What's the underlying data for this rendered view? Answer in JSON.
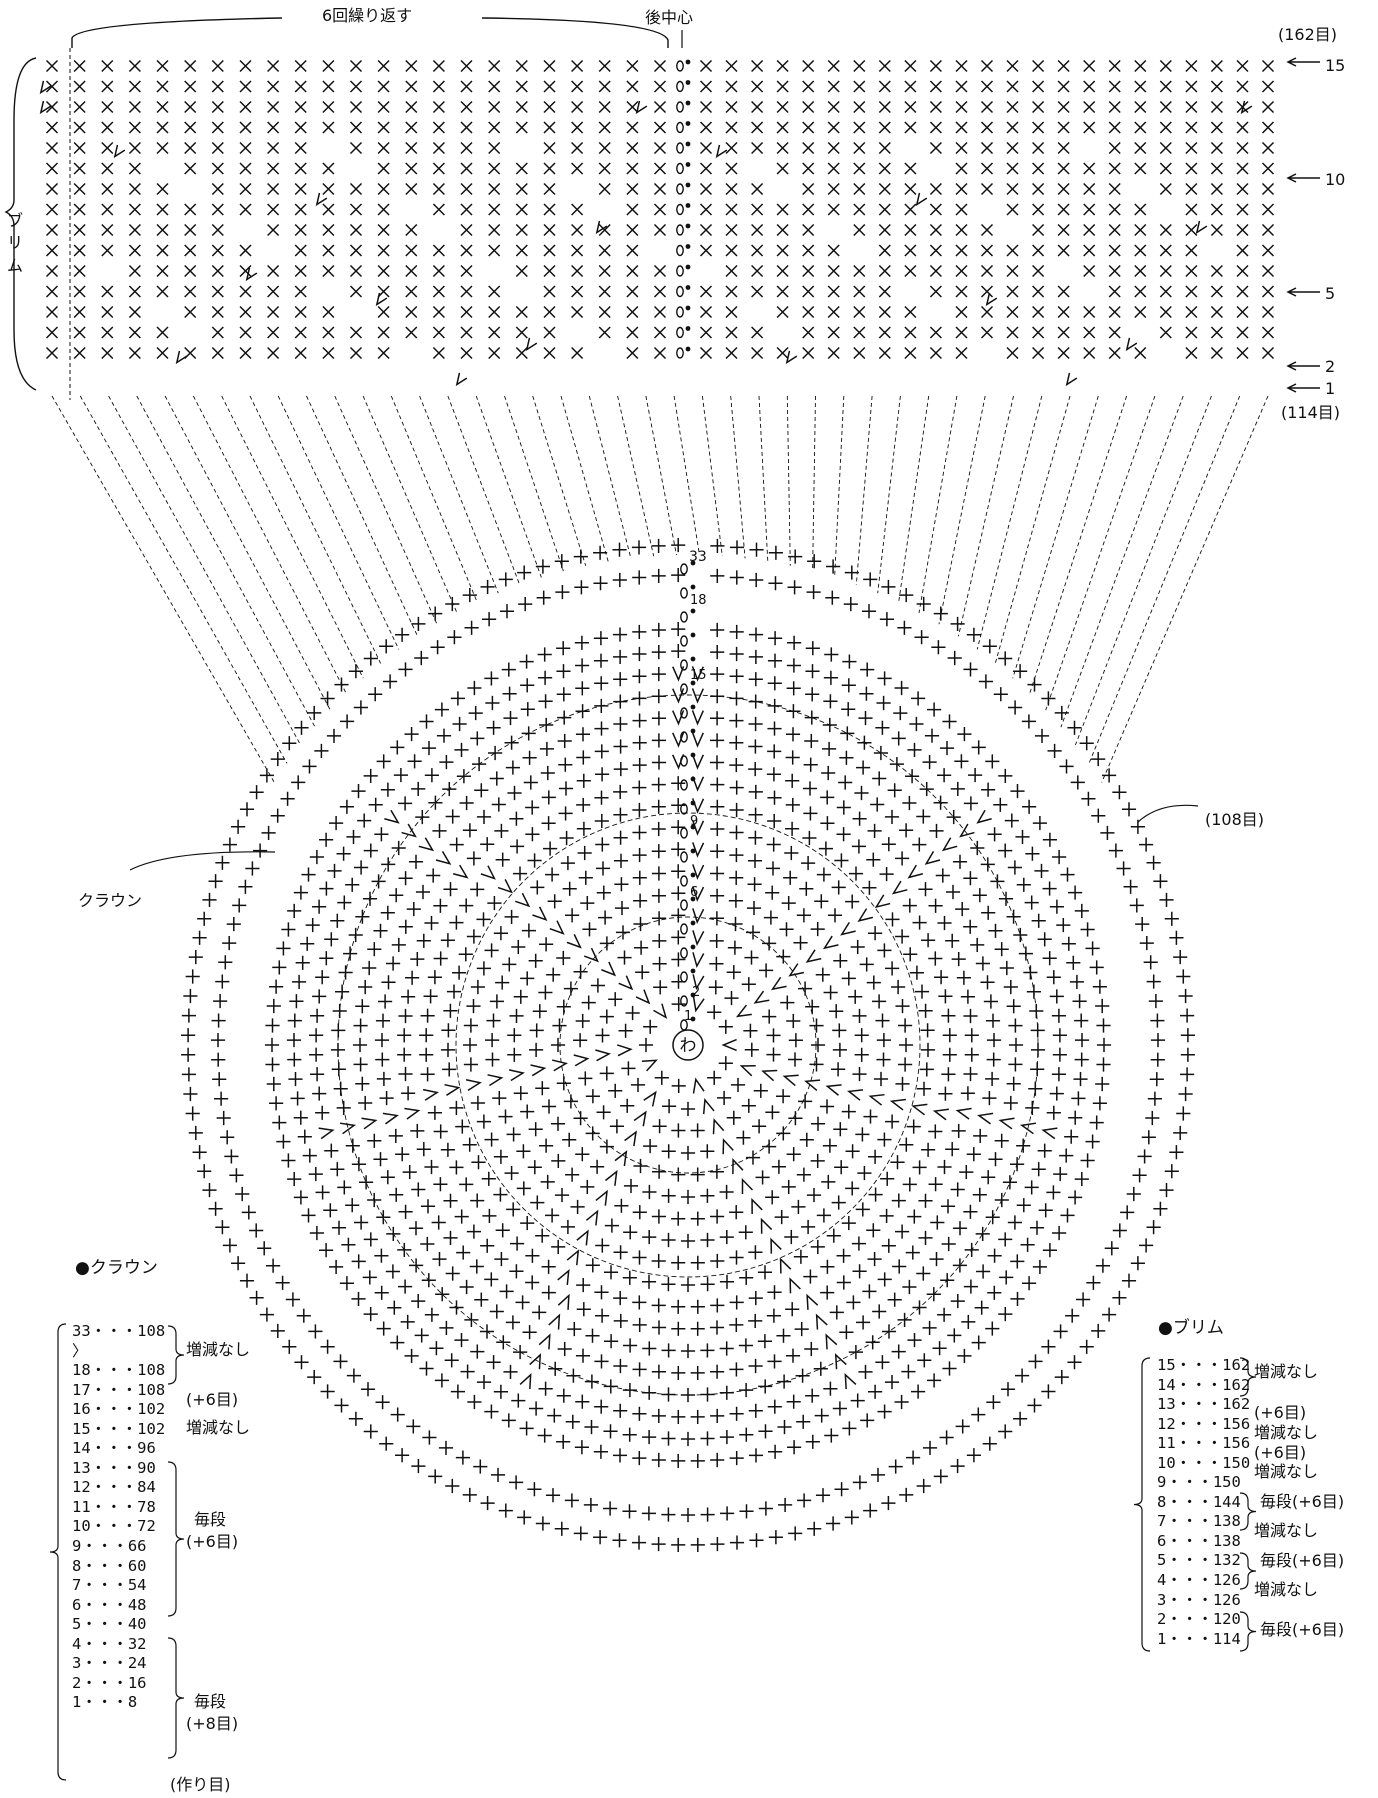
{
  "header": {
    "repeat_label": "6回繰り返す",
    "back_center_label": "後中心",
    "brim_top_count": "(162目)",
    "brim_bottom_count": "(114目)",
    "crown_count": "(108目)",
    "brim_side_label": "ブリム",
    "crown_label": "クラウン",
    "center_ring": "わ"
  },
  "row_markers": [
    "15",
    "10",
    "5",
    "2",
    "1"
  ],
  "center_row_numbers": [
    "1",
    "2",
    "6",
    "9",
    "15",
    "18",
    "33"
  ],
  "brim_row_counts": {
    "stitches_per_row": [
      114,
      120,
      126,
      126,
      132,
      138,
      138,
      144,
      150,
      150,
      156,
      156,
      162,
      162,
      162
    ]
  },
  "crown_legend": {
    "title": "●クラウン",
    "rows": [
      "33・・・108",
      "〉",
      "18・・・108",
      "17・・・108",
      "16・・・102",
      "15・・・102",
      "14・・・96",
      "13・・・90",
      "12・・・84",
      "11・・・78",
      "10・・・72",
      "9・・・66",
      "8・・・60",
      "7・・・54",
      "6・・・48",
      "5・・・40",
      "4・・・32",
      "3・・・24",
      "2・・・16",
      "1・・・8"
    ],
    "notes": {
      "no_change_1": "増減なし",
      "plus6_single": "(+6目)",
      "no_change_2": "増減なし",
      "every_row_a": "毎段",
      "plus6_group": "(+6目)",
      "every_row_b": "毎段",
      "plus8_group": "(+8目)",
      "foundation": "(作り目)"
    }
  },
  "brim_legend": {
    "title": "●ブリム",
    "rows": [
      "15・・・162",
      "14・・・162",
      "13・・・162",
      "12・・・156",
      "11・・・156",
      "10・・・150",
      "9・・・150",
      "8・・・144",
      "7・・・138",
      "6・・・138",
      "5・・・132",
      "4・・・126",
      "3・・・126",
      "2・・・120",
      "1・・・114"
    ],
    "notes": {
      "r15_14": "増減なし",
      "r13": "(+6目)",
      "r12": "増減なし",
      "r11": "(+6目)",
      "r10": "増減なし",
      "r9_8": "毎段(+6目)",
      "r7": "増減なし",
      "r6_5": "毎段(+6目)",
      "r4": "増減なし",
      "r3_1": "毎段(+6目)"
    }
  },
  "symbols": {
    "single_crochet": "×",
    "increase": "V",
    "chain": "0",
    "slip_stitch": "•",
    "brim_increase": "∨"
  },
  "colors": {
    "ink": "#111111",
    "background": "#ffffff"
  }
}
